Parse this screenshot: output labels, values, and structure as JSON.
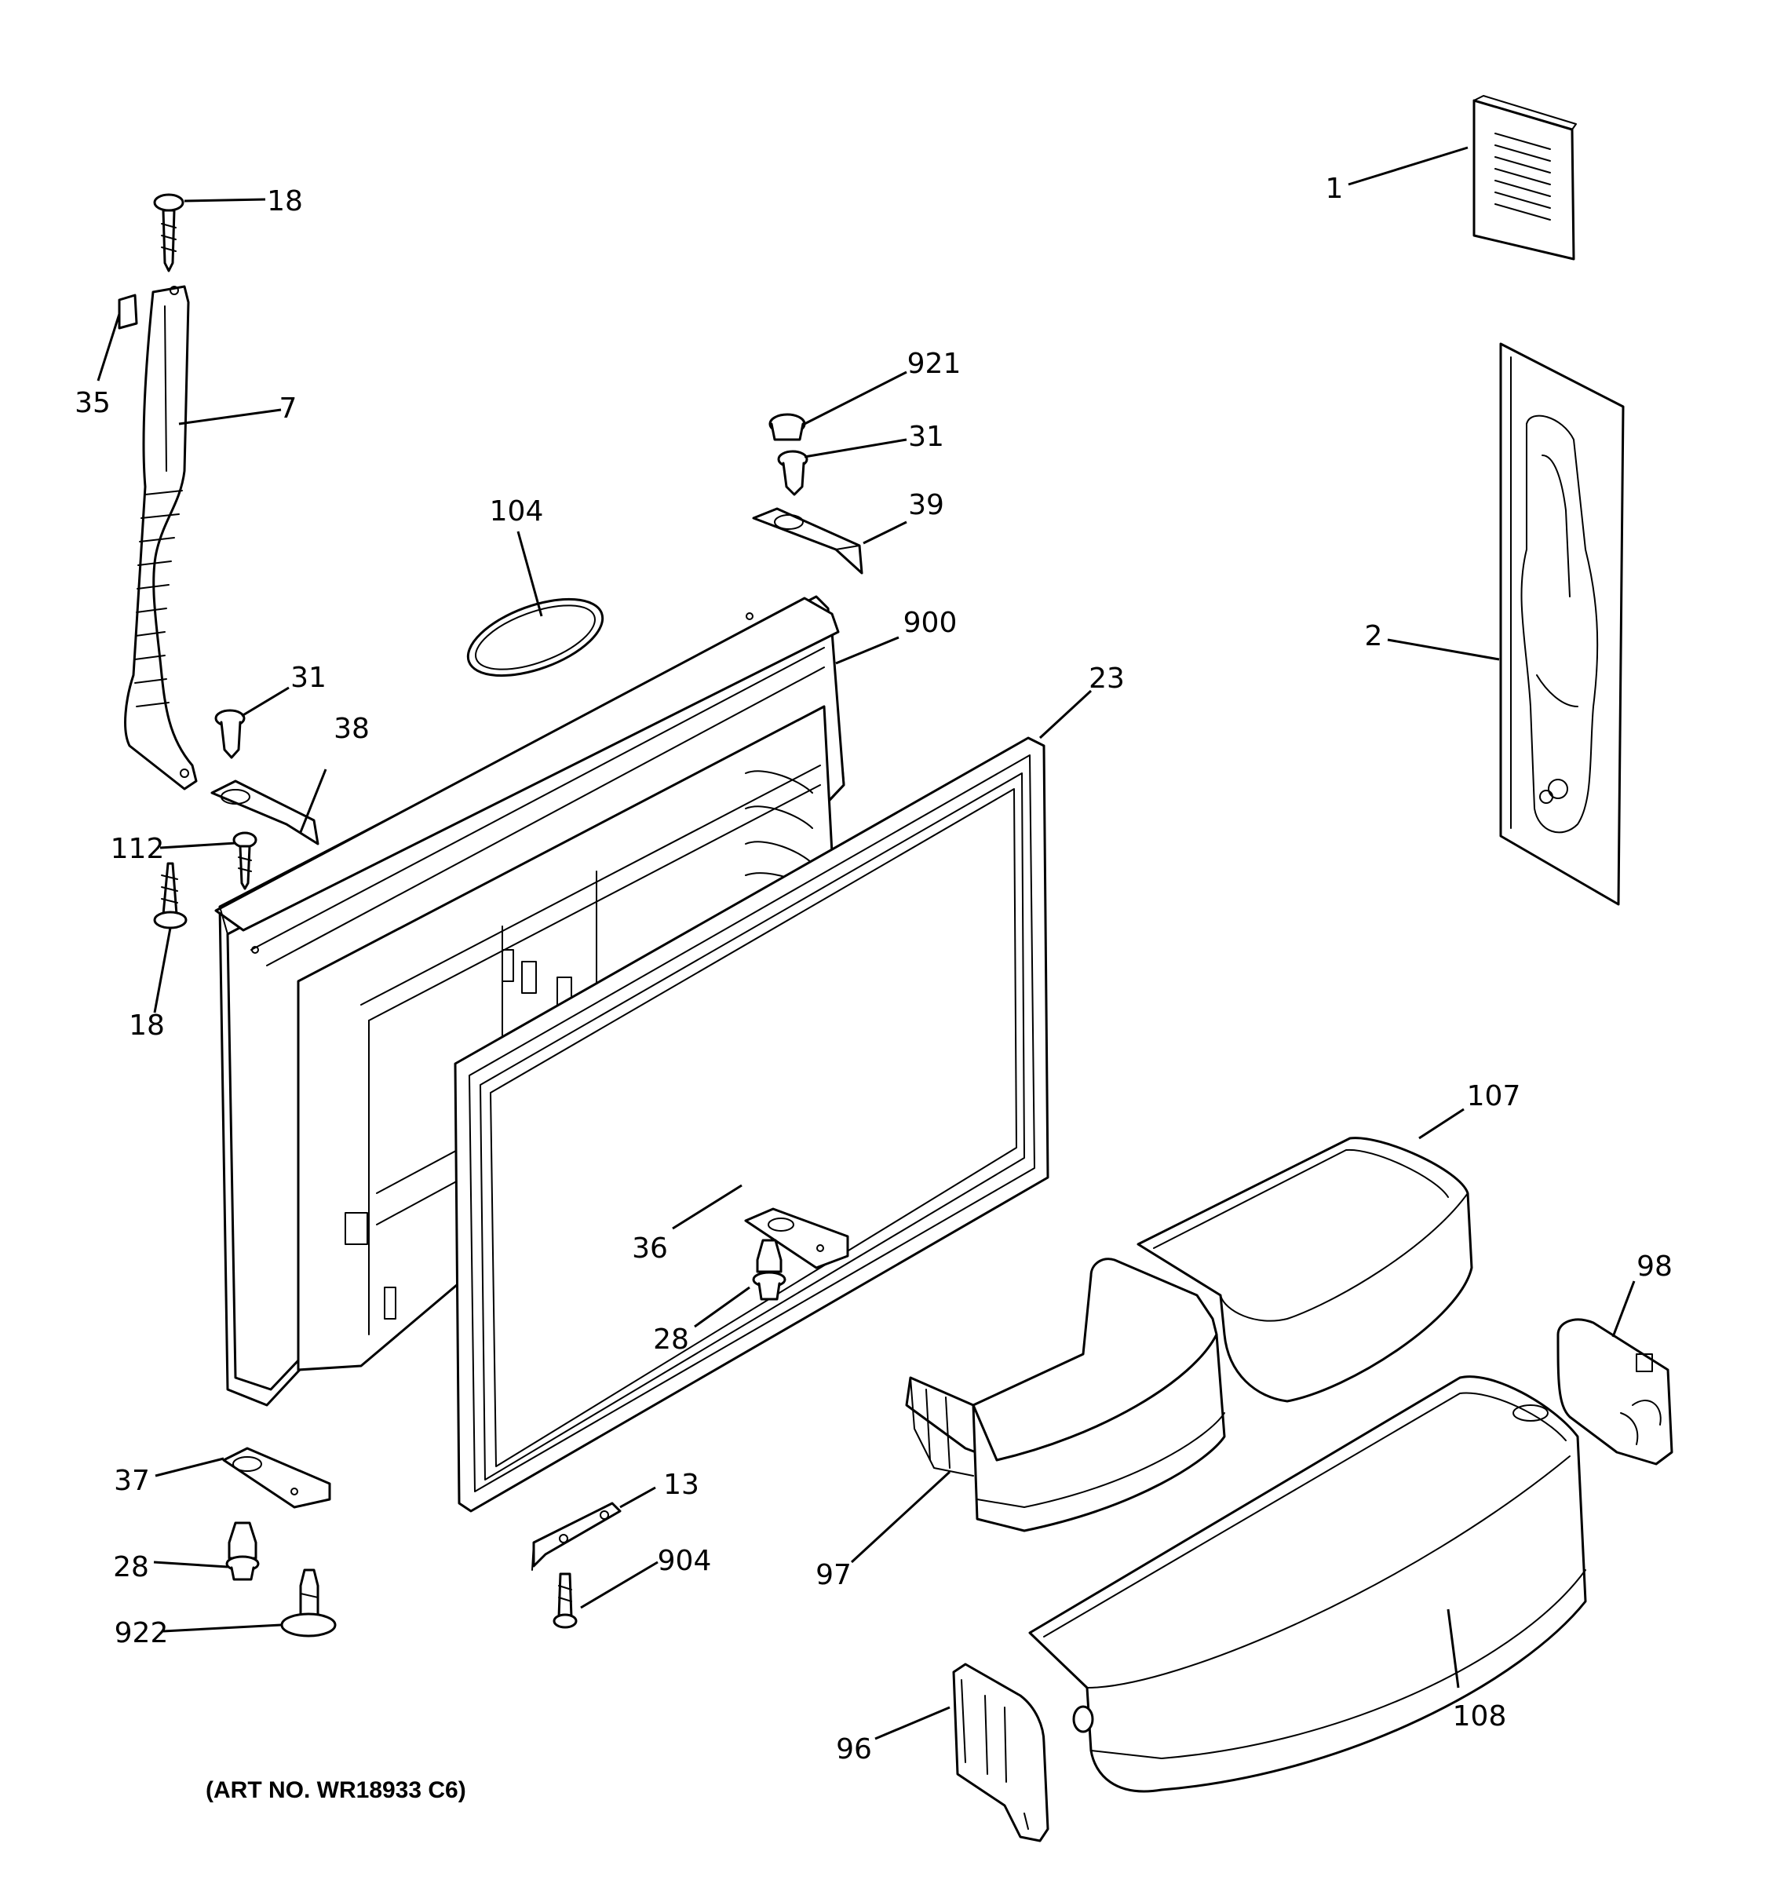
{
  "diagram": {
    "art_number": "(ART NO. WR18933 C6)",
    "callouts": {
      "c1": "1",
      "c2": "2",
      "c18a": "18",
      "c35": "35",
      "c7": "7",
      "c921": "921",
      "c31a": "31",
      "c39": "39",
      "c104": "104",
      "c900": "900",
      "c23": "23",
      "c31b": "31",
      "c38": "38",
      "c112": "112",
      "c18b": "18",
      "c107": "107",
      "c98": "98",
      "c36": "36",
      "c28a": "28",
      "c37": "37",
      "c13": "13",
      "c28b": "28",
      "c904": "904",
      "c922": "922",
      "c97": "97",
      "c108": "108",
      "c96": "96"
    }
  }
}
